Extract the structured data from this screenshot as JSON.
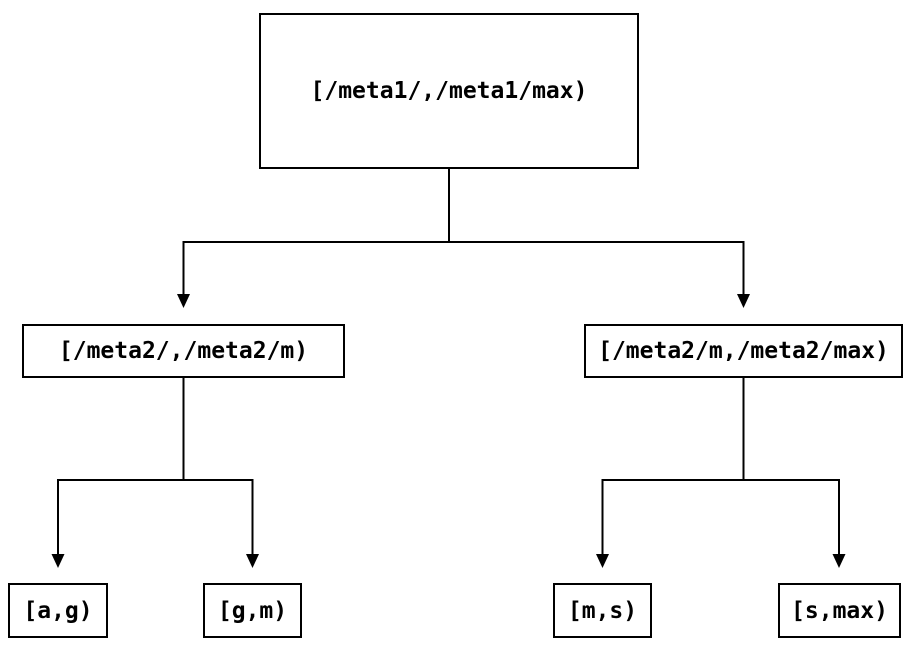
{
  "diagram": {
    "type": "tree",
    "root": {
      "label": "[/meta1/,/meta1/max)"
    },
    "level2": [
      {
        "id": "meta2-left",
        "label": "[/meta2/,/meta2/m)",
        "parent": "root"
      },
      {
        "id": "meta2-right",
        "label": "[/meta2/m,/meta2/max)",
        "parent": "root"
      }
    ],
    "leaves": [
      {
        "id": "leaf-a-g",
        "label": "[a,g)",
        "parent": "meta2-left"
      },
      {
        "id": "leaf-g-m",
        "label": "[g,m)",
        "parent": "meta2-left"
      },
      {
        "id": "leaf-m-s",
        "label": "[m,s)",
        "parent": "meta2-right"
      },
      {
        "id": "leaf-s-max",
        "label": "[s,max)",
        "parent": "meta2-right"
      }
    ],
    "icons": {
      "arrowhead": "triangle-down"
    },
    "colors": {
      "line": "#000000",
      "box_border": "#000000",
      "box_background": "#ffffff",
      "text": "#000000",
      "background": "#ffffff"
    }
  }
}
